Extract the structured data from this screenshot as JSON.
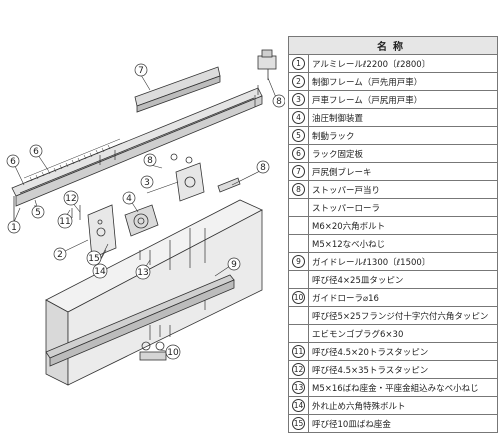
{
  "diagram": {
    "callouts": [
      "1",
      "2",
      "3",
      "4",
      "5",
      "6",
      "6",
      "7",
      "8",
      "8",
      "8",
      "9",
      "10",
      "11",
      "12",
      "13",
      "14",
      "15"
    ]
  },
  "table": {
    "header": "名称",
    "rows": [
      {
        "no": "1",
        "name": "アルミレールℓ2200〔ℓ2800〕"
      },
      {
        "no": "2",
        "name": "制御フレーム（戸先用戸車）"
      },
      {
        "no": "3",
        "name": "戸車フレーム（戸尻用戸車）"
      },
      {
        "no": "4",
        "name": "油圧制御装置"
      },
      {
        "no": "5",
        "name": "制動ラック"
      },
      {
        "no": "6",
        "name": "ラック固定板"
      },
      {
        "no": "7",
        "name": "戸尻側ブレーキ"
      },
      {
        "no": "8",
        "name": "ストッパー戸当り"
      },
      {
        "no": "",
        "name": "ストッパーローラ"
      },
      {
        "no": "",
        "name": "M6×20六角ボルト"
      },
      {
        "no": "",
        "name": "M5×12なべ小ねじ"
      },
      {
        "no": "9",
        "name": "ガイドレールℓ1300〔ℓ1500〕"
      },
      {
        "no": "",
        "name": "呼び径4×25皿タッピン"
      },
      {
        "no": "10",
        "name": "ガイドローラ⌀16"
      },
      {
        "no": "",
        "name": "呼び径5×25フランジ付十字穴付六角タッピン"
      },
      {
        "no": "",
        "name": "エビモンゴプラグ6×30"
      },
      {
        "no": "11",
        "name": "呼び径4.5×20トラスタッピン"
      },
      {
        "no": "12",
        "name": "呼び径4.5×35トラスタッピン"
      },
      {
        "no": "13",
        "name": "M5×16ばね座金・平座金組込みなべ小ねじ"
      },
      {
        "no": "14",
        "name": "外れ止め六角特殊ボルト"
      },
      {
        "no": "15",
        "name": "呼び径10皿ばね座金"
      }
    ]
  }
}
